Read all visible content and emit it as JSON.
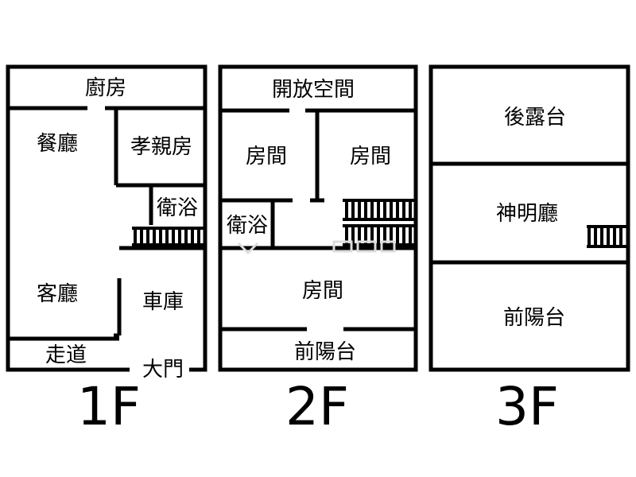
{
  "colors": {
    "wall": "#000000",
    "background": "#ffffff",
    "watermark": "#dcdcdc"
  },
  "floor_1": {
    "label": "1F",
    "rooms": {
      "kitchen": "廚房",
      "dining": "餐廳",
      "parents_room": "孝親房",
      "bathroom": "衛浴",
      "living": "客廳",
      "garage": "車庫",
      "hallway": "走道",
      "main_door": "大門"
    }
  },
  "floor_2": {
    "label": "2F",
    "rooms": {
      "open_space": "開放空間",
      "room_left": "房間",
      "room_right": "房間",
      "bathroom": "衛浴",
      "room_front": "房間",
      "front_balcony": "前陽台"
    }
  },
  "floor_3": {
    "label": "3F",
    "rooms": {
      "rear_balcony": "後露台",
      "shrine_hall": "神明廳",
      "front_balcony": "前陽台"
    }
  }
}
